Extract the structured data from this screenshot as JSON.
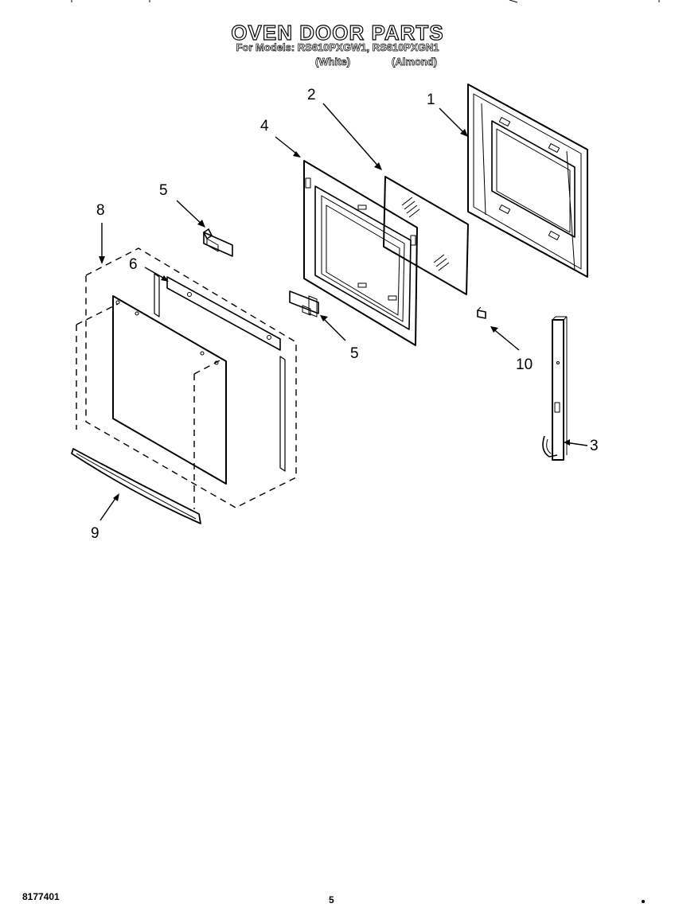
{
  "header": {
    "title": "OVEN DOOR PARTS",
    "subtitle": "For Models: RS610PXGW1, RS610PXGN1",
    "variants": [
      "(White)",
      "(Almond)"
    ]
  },
  "callouts": [
    {
      "id": "1",
      "label": "1"
    },
    {
      "id": "2",
      "label": "2"
    },
    {
      "id": "3",
      "label": "3"
    },
    {
      "id": "4",
      "label": "4"
    },
    {
      "id": "5a",
      "label": "5"
    },
    {
      "id": "5b",
      "label": "5"
    },
    {
      "id": "6",
      "label": "6"
    },
    {
      "id": "8",
      "label": "8"
    },
    {
      "id": "9",
      "label": "9"
    },
    {
      "id": "10",
      "label": "10"
    }
  ],
  "footer": {
    "doc_number": "8177401",
    "page_number": "5"
  }
}
